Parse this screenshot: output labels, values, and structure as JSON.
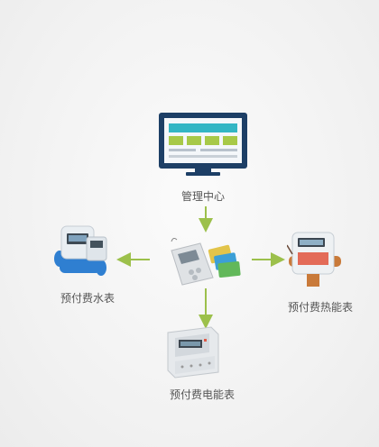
{
  "nodes": {
    "center": "管理中心",
    "left": "预付费水表",
    "right": "预付费热能表",
    "bottom": "预付费电能表"
  },
  "colors": {
    "arrow": "#9cc04b",
    "monitor_frame": "#1d3f66",
    "screen_header": "#33b6c4",
    "screen_blocks": "#a7c948",
    "water_meter_body": "#2f7fd1",
    "heat_meter_pipe": "#c97a3a"
  },
  "icons": [
    "monitor-icon",
    "water-meter-icon",
    "card-reader-icon",
    "ic-cards-icon",
    "heat-meter-icon",
    "electric-meter-icon"
  ]
}
